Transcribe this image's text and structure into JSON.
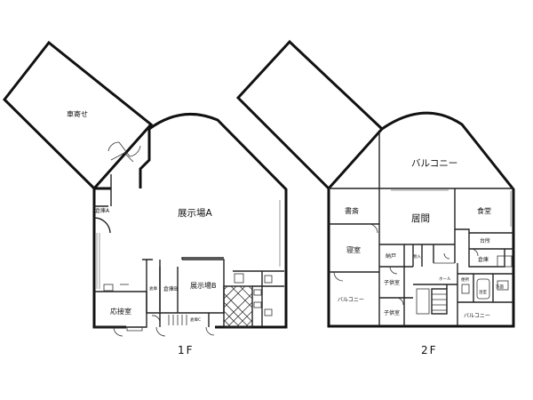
{
  "floor1": {
    "label": "1F",
    "rooms": {
      "carport": "車寄せ",
      "showroom_a": "展示場A",
      "showroom_b": "展示場B",
      "storage_a": "倉庫A",
      "storage_b": "倉庫B",
      "storage_c": "倉庫C",
      "reception": "応接室",
      "closet": "倉庫"
    }
  },
  "floor2": {
    "label": "2F",
    "rooms": {
      "balcony_top": "バルコニー",
      "study": "書斎",
      "living": "居間",
      "dining": "食堂",
      "kitchen": "台所",
      "pantry": "倉庫",
      "bedroom": "寝室",
      "storeroom": "納戸",
      "closet": "物入",
      "balcony_left": "バルコニー",
      "kids1": "子供室",
      "kids2": "子供室",
      "hall": "ホール",
      "balcony_right": "バルコニー",
      "bath": "浴室",
      "toilet": "便所",
      "wash": "洗面"
    }
  }
}
